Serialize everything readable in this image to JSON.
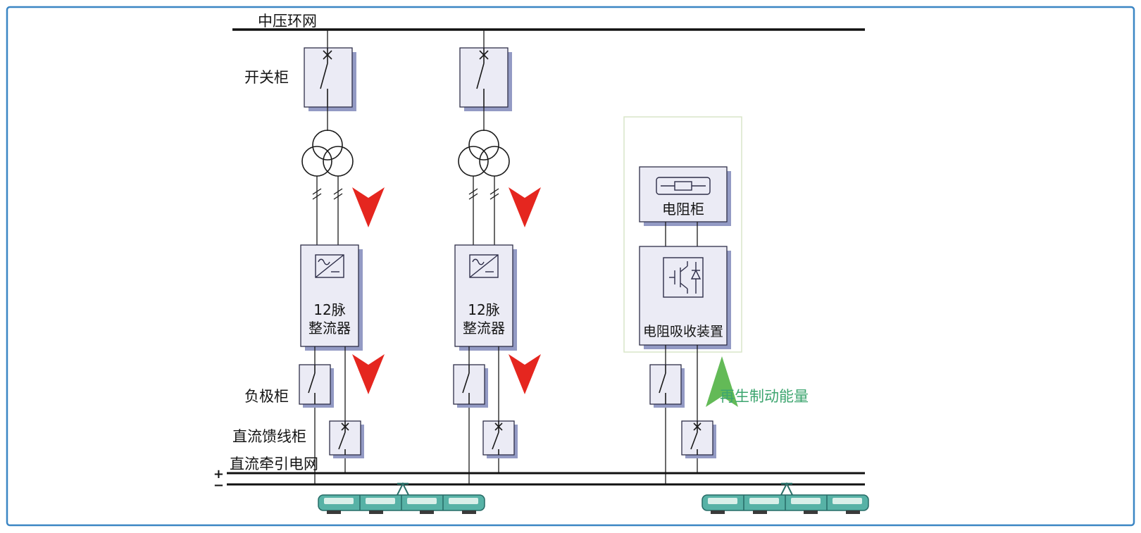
{
  "colors": {
    "frame_border": "#3b86c4",
    "box_fill": "#ebebf5",
    "box_stroke": "#2e2e48",
    "box_shadow": "#939ac4",
    "line": "#1a1a1a",
    "red_arrow": "#e5261f",
    "green_arrow": "#63ba57",
    "green_text": "#3da56f",
    "region_border": "#d9e6c8",
    "tram_body": "#57b2a6"
  },
  "labels": {
    "mv_ring_bus": "中压环网",
    "switchgear": "开关柜",
    "rectifier_line1": "12脉",
    "rectifier_line2": "整流器",
    "negative_cabinet": "负极柜",
    "dc_feeder_cabinet": "直流馈线柜",
    "dc_traction_grid": "直流牵引电网",
    "plus": "+",
    "minus": "−",
    "resistor_cabinet": "电阻柜",
    "resistor_absorber": "电阻吸收装置",
    "regen_energy": "再生制动能量"
  }
}
